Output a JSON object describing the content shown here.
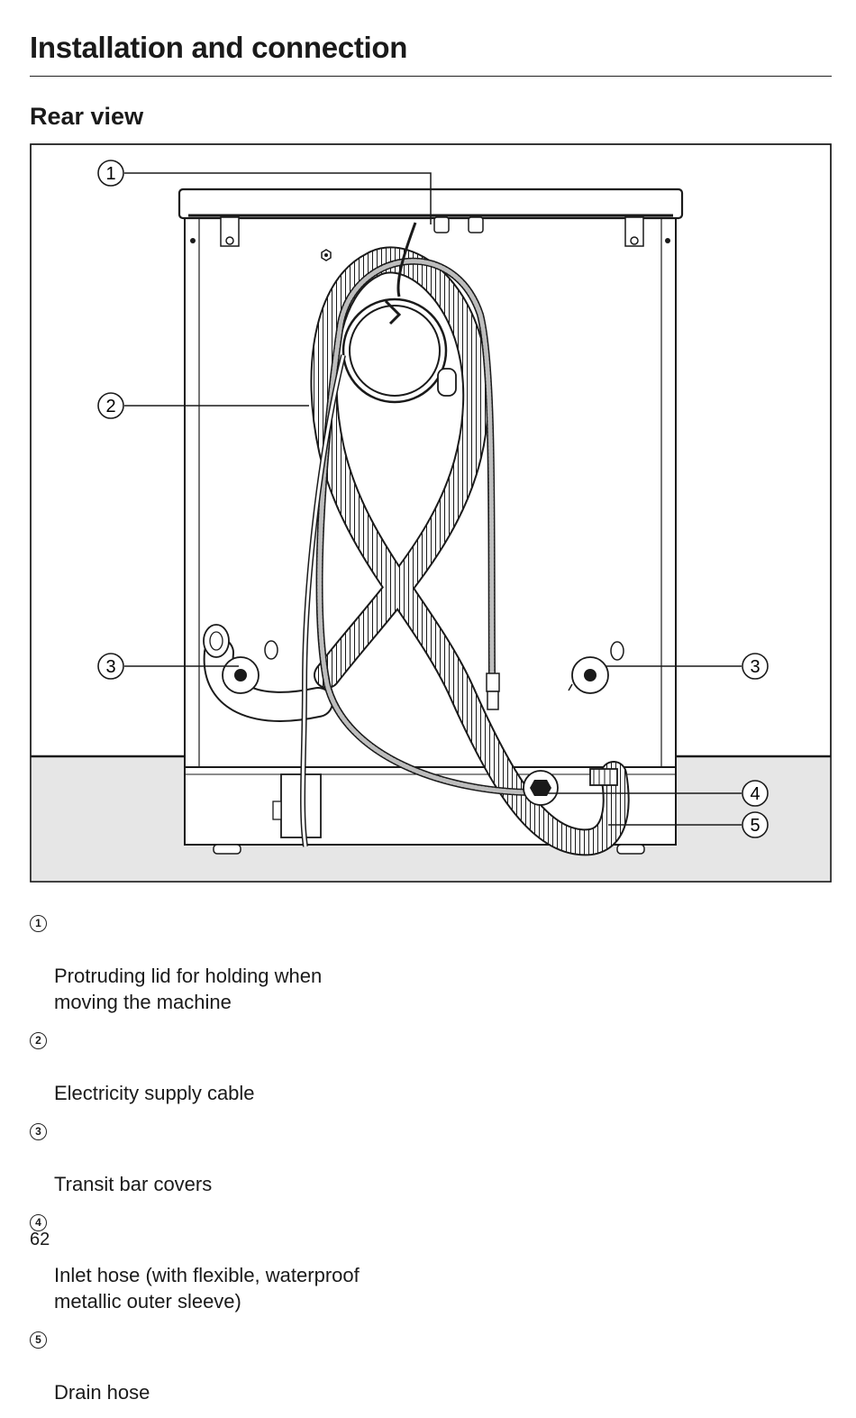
{
  "header": {
    "title": "Installation and connection"
  },
  "section": {
    "title": "Rear view"
  },
  "figure": {
    "callouts": [
      "1",
      "2",
      "3",
      "3",
      "4",
      "5"
    ]
  },
  "legend": [
    {
      "num": "1",
      "text": "Protruding lid for holding when\nmoving the machine"
    },
    {
      "num": "2",
      "text": "Electricity supply cable"
    },
    {
      "num": "3",
      "text": "Transit bar covers"
    },
    {
      "num": "4",
      "text": "Inlet hose (with flexible, waterproof\nmetallic outer sleeve)"
    },
    {
      "num": "5",
      "text": "Drain hose"
    }
  ],
  "footer": {
    "page_number": "62"
  },
  "colors": {
    "floor": "#e6e6e6",
    "line": "#1a1a1a",
    "paper": "#ffffff"
  }
}
